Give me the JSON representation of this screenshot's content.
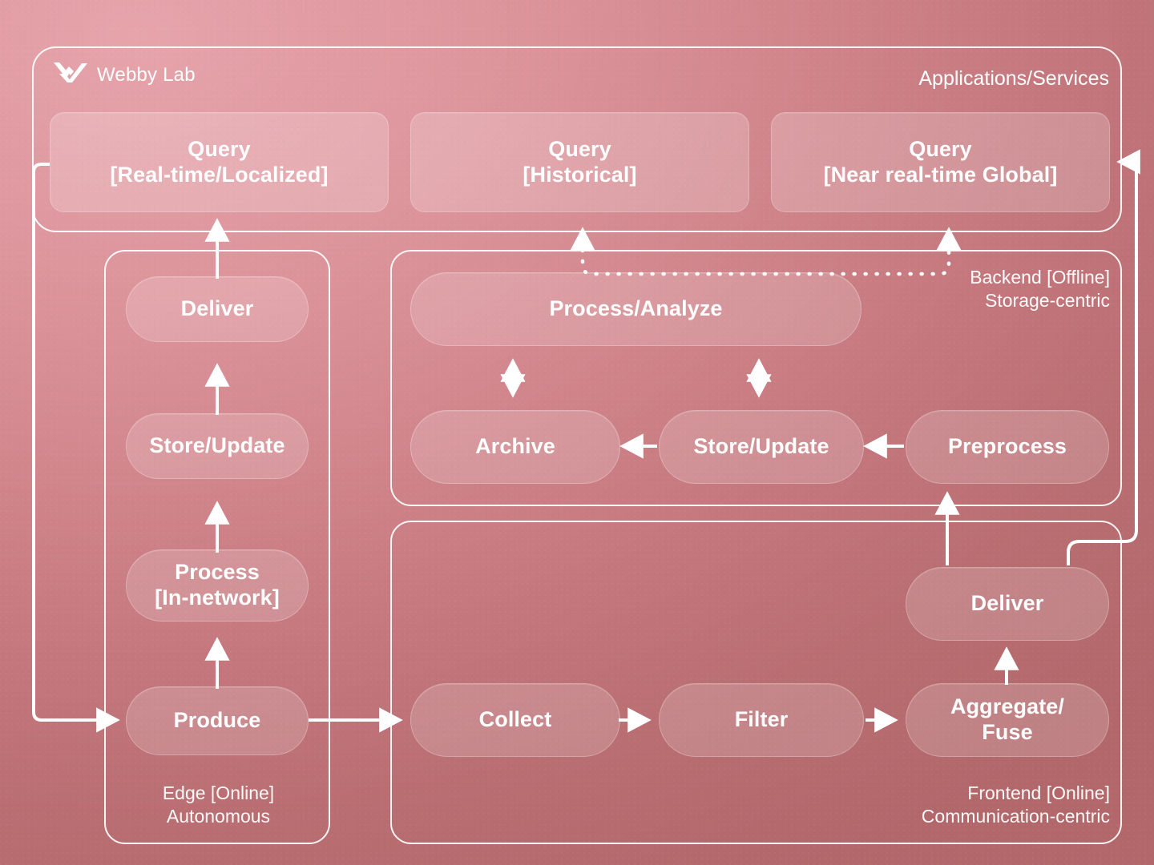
{
  "brand": {
    "name": "Webby Lab",
    "logo_icon": "webby-lab-w-logo"
  },
  "header": {
    "right_label": "Applications/Services"
  },
  "queries": [
    {
      "title": "Query",
      "subtitle": "[Real-time/Localized]"
    },
    {
      "title": "Query",
      "subtitle": "[Historical]"
    },
    {
      "title": "Query",
      "subtitle": "[Near real-time Global]"
    }
  ],
  "zones": {
    "edge": {
      "caption": "Edge [Online]\nAutonomous",
      "nodes": [
        {
          "label": "Deliver"
        },
        {
          "label": "Store/Update"
        },
        {
          "label": "Process\n[In-network]"
        },
        {
          "label": "Produce"
        }
      ]
    },
    "backend": {
      "caption": "Backend [Offline]\nStorage-centric",
      "nodes": [
        {
          "label": "Process/Analyze"
        },
        {
          "label": "Archive"
        },
        {
          "label": "Store/Update"
        },
        {
          "label": "Preprocess"
        }
      ]
    },
    "frontend": {
      "caption": "Frontend [Online]\nCommunication-centric",
      "nodes": [
        {
          "label": "Deliver"
        },
        {
          "label": "Collect"
        },
        {
          "label": "Filter"
        },
        {
          "label": "Aggregate/\nFuse"
        }
      ]
    }
  },
  "colors": {
    "background_start": "#e6a4ab",
    "background_end": "#b2686b",
    "stroke": "#ffffff",
    "node_fill": "rgba(255,255,255,0.17)",
    "text": "#ffffff"
  },
  "flows": [
    {
      "from": "Query [Real-time/Localized]",
      "to": "Produce",
      "style": "solid"
    },
    {
      "from": "Produce",
      "to": "Process [In-network]",
      "style": "solid"
    },
    {
      "from": "Process [In-network]",
      "to": "Store/Update (edge)",
      "style": "solid"
    },
    {
      "from": "Store/Update (edge)",
      "to": "Deliver (edge)",
      "style": "solid"
    },
    {
      "from": "Deliver (edge)",
      "to": "Query [Real-time/Localized]",
      "style": "solid"
    },
    {
      "from": "Produce",
      "to": "Collect",
      "style": "solid"
    },
    {
      "from": "Collect",
      "to": "Filter",
      "style": "solid"
    },
    {
      "from": "Filter",
      "to": "Aggregate/Fuse",
      "style": "solid"
    },
    {
      "from": "Aggregate/Fuse",
      "to": "Deliver (frontend)",
      "style": "solid"
    },
    {
      "from": "Deliver (frontend)",
      "to": "Preprocess",
      "style": "solid"
    },
    {
      "from": "Preprocess",
      "to": "Store/Update (backend)",
      "style": "solid"
    },
    {
      "from": "Store/Update (backend)",
      "to": "Archive",
      "style": "solid"
    },
    {
      "from": "Archive",
      "to": "Process/Analyze",
      "style": "bidirectional"
    },
    {
      "from": "Store/Update (backend)",
      "to": "Process/Analyze",
      "style": "bidirectional"
    },
    {
      "from": "Process/Analyze",
      "to": "Query [Historical]",
      "style": "dotted"
    },
    {
      "from": "Process/Analyze",
      "to": "Query [Near real-time Global]",
      "style": "dotted"
    },
    {
      "from": "Deliver (frontend)",
      "to": "Query [Near real-time Global]",
      "style": "solid"
    }
  ]
}
